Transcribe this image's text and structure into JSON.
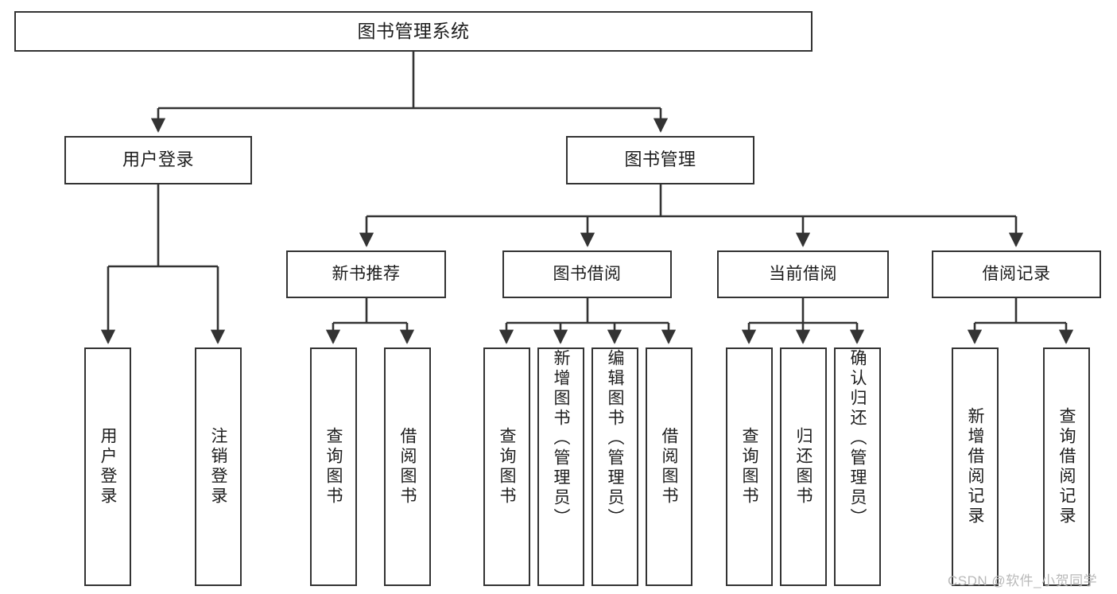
{
  "diagram": {
    "type": "tree-hierarchy",
    "title": "图书管理系统",
    "watermark": "CSDN @软件_小贺同学",
    "colors": {
      "background": "#ffffff",
      "box_fill": "#ffffff",
      "box_border": "#333333",
      "connector": "#333333",
      "text": "#1d1d1d",
      "watermark": "#b9b9b9"
    },
    "nodes": {
      "root": {
        "label": "图书管理系统"
      },
      "level2": [
        {
          "id": "user-login",
          "label": "用户登录"
        },
        {
          "id": "book-manage",
          "label": "图书管理"
        }
      ],
      "level3": [
        {
          "id": "new-book-recommend",
          "label": "新书推荐"
        },
        {
          "id": "book-borrow",
          "label": "图书借阅"
        },
        {
          "id": "current-borrow",
          "label": "当前借阅"
        },
        {
          "id": "borrow-record",
          "label": "借阅记录"
        }
      ],
      "leaves": {
        "user-login": [
          {
            "id": "leaf-user-login",
            "label": "用户登录"
          },
          {
            "id": "leaf-logout-login",
            "label": "注销登录"
          }
        ],
        "new-book-recommend": [
          {
            "id": "leaf-query-book-1",
            "label": "查询图书"
          },
          {
            "id": "leaf-borrow-book-1",
            "label": "借阅图书"
          }
        ],
        "book-borrow": [
          {
            "id": "leaf-query-book-2",
            "label": "查询图书"
          },
          {
            "id": "leaf-add-book",
            "label": "新增图书（管理员）"
          },
          {
            "id": "leaf-edit-book",
            "label": "编辑图书（管理员）"
          },
          {
            "id": "leaf-borrow-book-2",
            "label": "借阅图书"
          }
        ],
        "current-borrow": [
          {
            "id": "leaf-query-book-3",
            "label": "查询图书"
          },
          {
            "id": "leaf-return-book",
            "label": "归还图书"
          },
          {
            "id": "leaf-confirm-return",
            "label": "确认归还（管理员）"
          }
        ],
        "borrow-record": [
          {
            "id": "leaf-add-record",
            "label": "新增借阅记录"
          },
          {
            "id": "leaf-query-record",
            "label": "查询借阅记录"
          }
        ]
      }
    }
  }
}
